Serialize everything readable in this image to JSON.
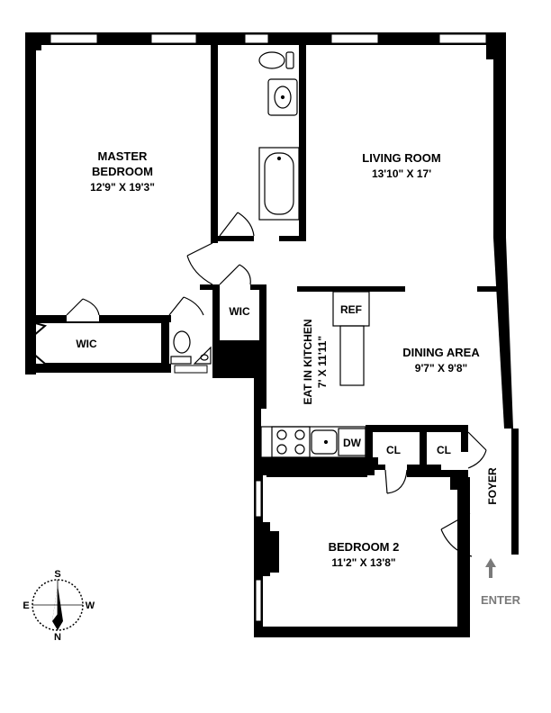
{
  "rooms": {
    "master_bedroom": {
      "name_line1": "MASTER",
      "name_line2": "BEDROOM",
      "dims": "12'9\" X 19'3\""
    },
    "living_room": {
      "name": "LIVING ROOM",
      "dims": "13'10\" X 17'"
    },
    "dining_area": {
      "name": "DINING AREA",
      "dims": "9'7\" X 9'8\""
    },
    "kitchen": {
      "name": "EAT IN KITCHEN",
      "dims": "7' X 11'11\""
    },
    "bedroom2": {
      "name": "BEDROOM 2",
      "dims": "11'2\" X 13'8\""
    },
    "foyer": {
      "name": "FOYER"
    }
  },
  "fixtures": {
    "wic_master": "WIC",
    "wic_hall": "WIC",
    "ref": "REF",
    "dw": "DW",
    "closet_1": "CL",
    "closet_2": "CL"
  },
  "entry": {
    "label": "ENTER",
    "color": "#7a7a7a"
  },
  "compass": {
    "n": "N",
    "s": "S",
    "e": "E",
    "w": "W"
  },
  "colors": {
    "wall": "#000000",
    "window": "#ffffff",
    "background": "#ffffff"
  }
}
